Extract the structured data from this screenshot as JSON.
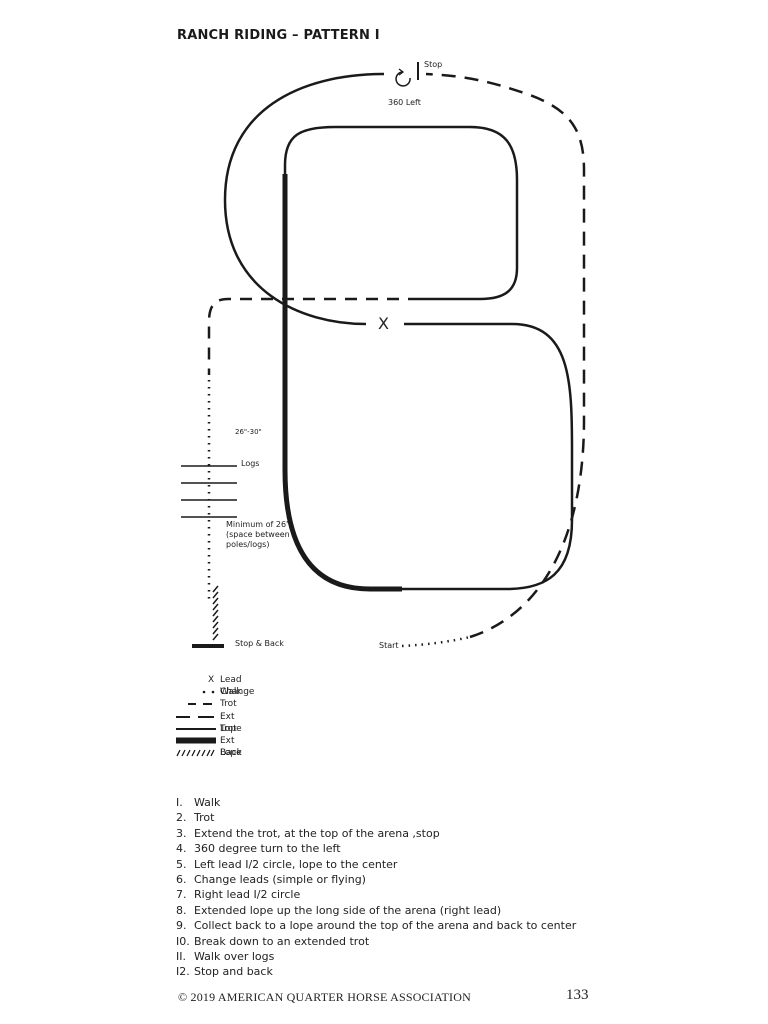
{
  "title": "RANCH RIDING – PATTERN I",
  "diagram": {
    "labels": {
      "stop": "Stop",
      "turn": "360 Left",
      "lead_change_marker": "X",
      "log_spacing": "26\"-30\"",
      "logs": "Logs",
      "min_line1": "Minimum of 26\"",
      "min_line2": "(space between",
      "min_line3": "poles/logs)",
      "stop_back": "Stop & Back",
      "start": "Start"
    }
  },
  "legend": [
    {
      "symbol": "x-icon",
      "label": "Lead Change"
    },
    {
      "symbol": "walk-line",
      "label": "Walk"
    },
    {
      "symbol": "trot-line",
      "label": "Trot"
    },
    {
      "symbol": "ext-trot-line",
      "label": "Ext Trot"
    },
    {
      "symbol": "lope-line",
      "label": "Lope"
    },
    {
      "symbol": "ext-lope-line",
      "label": "Ext Lope"
    },
    {
      "symbol": "back-line",
      "label": "Back"
    }
  ],
  "legend_x_glyph": "X",
  "steps": [
    {
      "num": "I.",
      "text": "Walk"
    },
    {
      "num": "2.",
      "text": "Trot"
    },
    {
      "num": "3.",
      "text": "Extend the trot, at the top of the arena ,stop"
    },
    {
      "num": "4.",
      "text": "360 degree turn to the left"
    },
    {
      "num": "5.",
      "text": "Left lead I/2 circle, lope to the center"
    },
    {
      "num": "6.",
      "text": "Change leads (simple or flying)"
    },
    {
      "num": "7.",
      "text": "Right lead I/2 circle"
    },
    {
      "num": "8.",
      "text": "Extended lope up the long side of the arena (right lead)"
    },
    {
      "num": "9.",
      "text": "Collect back to a lope around the top of the arena and back to center"
    },
    {
      "num": "I0.",
      "text": "Break down to an extended trot"
    },
    {
      "num": "II.",
      "text": "Walk over logs"
    },
    {
      "num": "I2.",
      "text": "Stop and back"
    }
  ],
  "footer": "© 2019 AMERICAN QUARTER HORSE ASSOCIATION",
  "page_number": "133"
}
